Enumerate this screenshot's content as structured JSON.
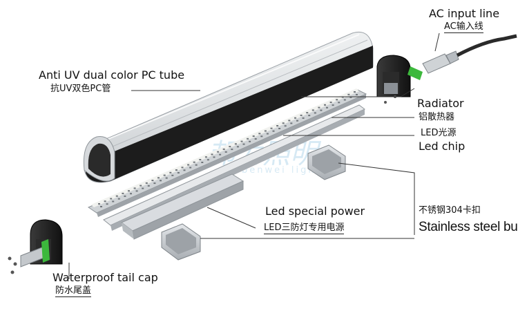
{
  "labels": {
    "ac_input_en": "AC input line",
    "ac_input_cn": "AC输入线",
    "tube_en": "Anti UV dual color PC tube",
    "tube_cn": "抗UV双色PC管",
    "radiator_en": "Radiator",
    "radiator_cn": "铝散热器",
    "chip_cn": "LED光源",
    "chip_en": "Led chip",
    "power_en": "Led special power",
    "power_cn": "LED三防灯专用电源",
    "buckle_cn": "不锈钢304卡扣",
    "buckle_en": "Stainless steel buckle",
    "tailcap_en": "Waterproof tail cap",
    "tailcap_cn": "防水尾盖"
  },
  "watermark": {
    "cn": "邦为照明",
    "en": "benwei lighting"
  },
  "colors": {
    "cap": "#1e1e1e",
    "seal": "#3cb83c",
    "aluminum": "#c9cdd2",
    "tube_edge": "#9aa0a6",
    "led": "#f4f4ef"
  }
}
